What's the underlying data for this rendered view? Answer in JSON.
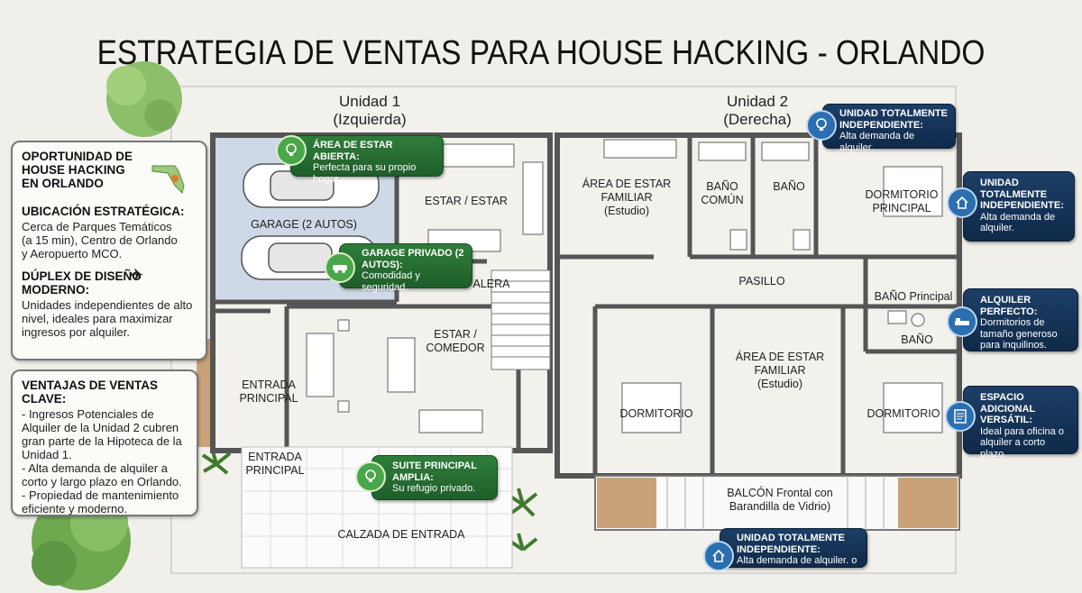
{
  "title": "ESTRATEGIA DE VENTAS PARA HOUSE HACKING - ORLANDO",
  "units": {
    "left": {
      "name": "Unidad 1",
      "side": "(Izquierda)"
    },
    "right": {
      "name": "Unidad 2",
      "side": "(Derecha)"
    }
  },
  "rooms": {
    "garage": "GARAGE (2 AUTOS)",
    "estar_estar": "ESTAR / ESTAR",
    "escalera": "ALERA",
    "entrada_principal_in": "ENTRADA PRINCIPAL",
    "estar_comedor": "ESTAR / COMEDOR",
    "entrada_principal_out": "ENTRADA PRINCIPAL",
    "calzada": "CALZADA DE ENTRADA",
    "area_estar_familiar_top": "ÁREA DE ESTAR FAMILIAR",
    "estudio_top": "(Estudio)",
    "bano_comun": "BAÑO COMÚN",
    "bano": "BAÑO",
    "dormitorio_principal": "DORMITORIO PRINCIPAL",
    "pasillo": "PASILLO",
    "bano_principal": "BAÑO Principal",
    "bano_small": "BAÑO",
    "dormitorio_left": "DORMITORIO",
    "area_estar_familiar_mid": "ÁREA DE ESTAR FAMILIAR",
    "estudio_mid": "(Estudio)",
    "dormitorio_right": "DORMITORIO",
    "balcon": "BALCÓN Frontal con Barandilla de Vidrio)"
  },
  "sidebar": {
    "oportunidad": "OPORTUNIDAD DE HOUSE HACKING EN ORLANDO",
    "ubicacion_title": "UBICACIÓN ESTRATÉGICA:",
    "ubicacion_text": "Cerca de Parques Temáticos (a 15 min), Centro de Orlando y Aeropuerto MCO.",
    "duplex_title": "DÚPLEX DE DISEÑO MODERNO:",
    "duplex_text": "Unidades independientes de alto nivel, ideales para maximizar ingresos por alquiler.",
    "ventajas_title": "VENTAJAS DE VENTAS CLAVE:",
    "ventajas": [
      "- Ingresos Potenciales de Alquiler de la Unidad 2 cubren gran parte de la Hipoteca de la Unidad 1.",
      "- Alta demanda de alquiler a corto y largo plazo en Orlando.",
      "- Propiedad de mantenimiento eficiente y moderno."
    ]
  },
  "callouts": {
    "area_abierta": {
      "title": "ÁREA DE ESTAR ABIERTA:",
      "text": "Perfecta para su propio hogar.",
      "icon": "lightbulb-icon"
    },
    "garage_privado": {
      "title": "GARAGE PRIVADO (2 AUTOS):",
      "text": "Comodidad y seguridad.",
      "icon": "car-icon"
    },
    "suite_principal": {
      "title": "SUITE PRINCIPAL AMPLIA:",
      "text": "Su refugio privado.",
      "icon": "lightbulb-icon"
    },
    "independiente_top": {
      "title": "UNIDAD TOTALMENTE INDEPENDIENTE:",
      "text": "Alta demanda de alquiler.",
      "icon": "lightbulb-icon"
    },
    "independiente_right": {
      "title": "UNIDAD TOTALMENTE INDEPENDIENTE:",
      "text": "Alta demanda de alquiler.",
      "icon": "house-icon"
    },
    "alquiler_perfecto": {
      "title": "ALQUILER PERFECTO:",
      "text": "Dormitorios de tamaño generoso para inquilinos.",
      "icon": "bed-icon"
    },
    "espacio_adicional": {
      "title": "ESPACIO ADICIONAL VERSÁTIL:",
      "text": "Ideal para oficina o alquiler a corto plazo.",
      "icon": "document-icon"
    },
    "independiente_bottom": {
      "title": "UNIDAD TOTALMENTE INDEPENDIENTE:",
      "text": "Alta demanda de alquiler. o",
      "icon": "house-icon"
    }
  },
  "colors": {
    "green": "#2f7d3a",
    "navy": "#0f2a4a",
    "wall": "#555555",
    "garage_floor": "#cfd8e6"
  }
}
